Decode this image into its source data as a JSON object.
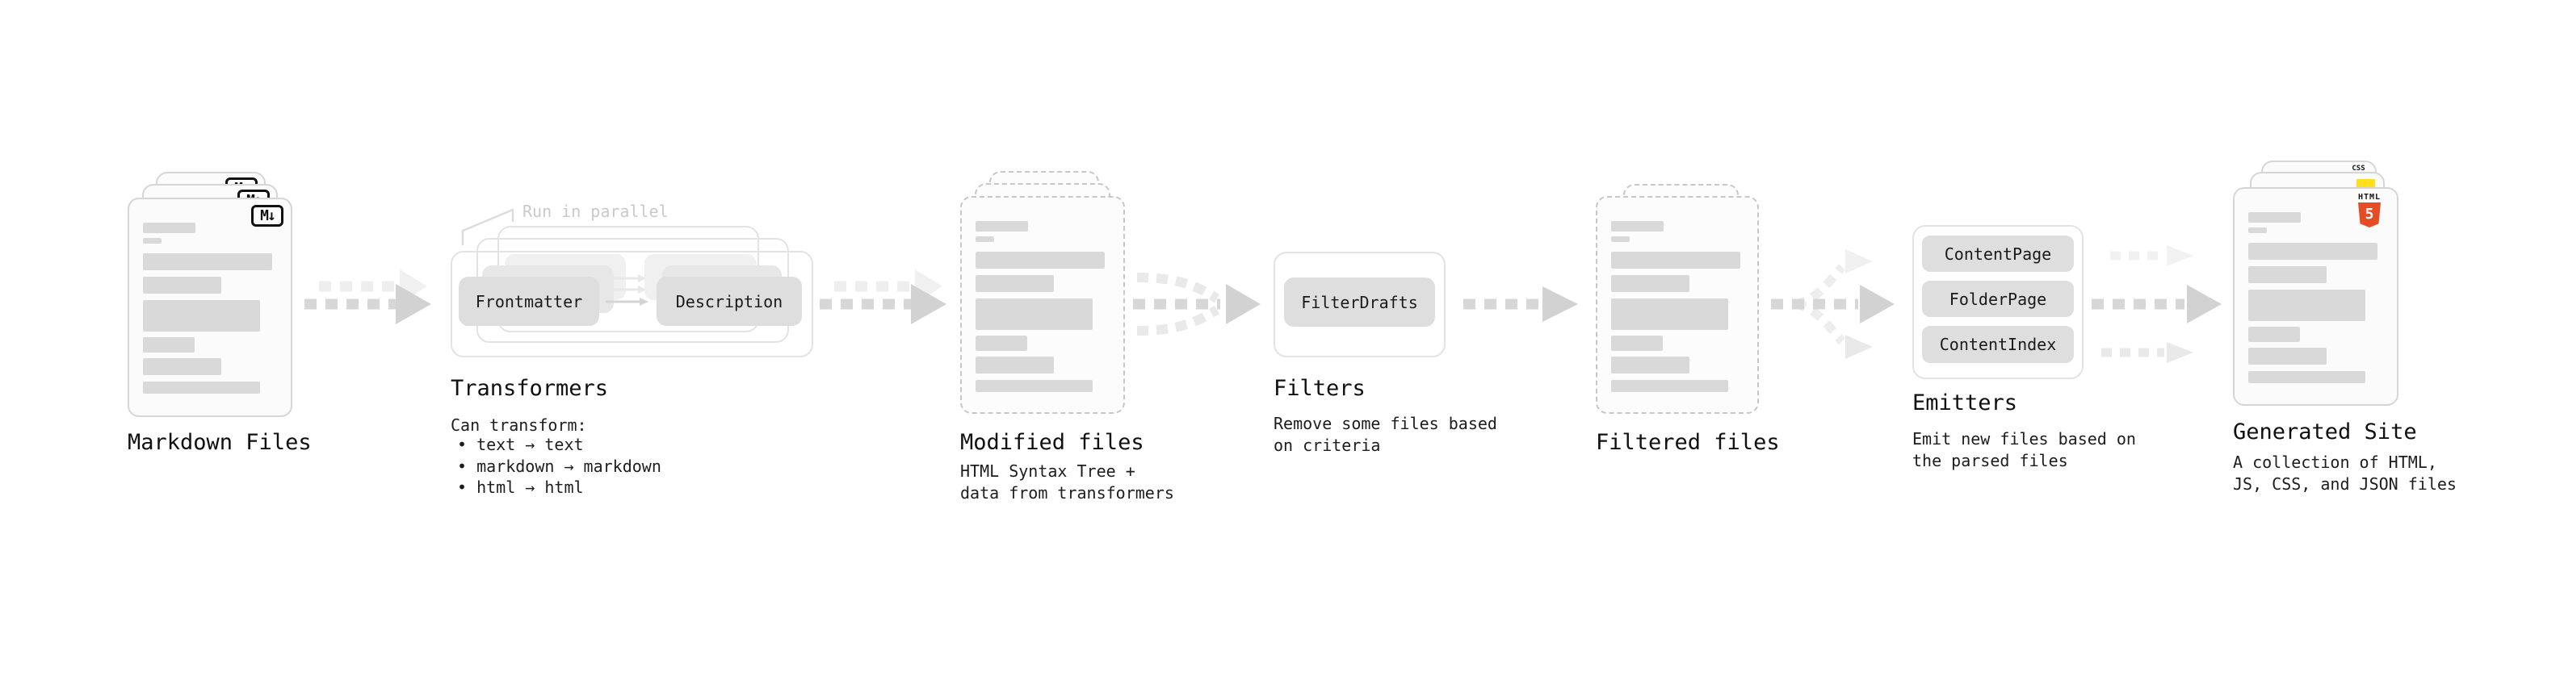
{
  "diagram": {
    "description": "Static site generation pipeline"
  },
  "sections": {
    "markdown": {
      "title": "Markdown Files",
      "badge": "M↓"
    },
    "transformers": {
      "callout": "Run in parallel",
      "frontmatter": "Frontmatter",
      "description": "Description",
      "title": "Transformers",
      "subtitle": "Can transform:",
      "bullets": [
        "• text → text",
        "• markdown → markdown",
        "• html → html"
      ]
    },
    "modified": {
      "title": "Modified files",
      "subtitle": "HTML Syntax Tree +\ndata from transformers"
    },
    "filters": {
      "button": "FilterDrafts",
      "title": "Filters",
      "subtitle": "Remove some files based\non criteria"
    },
    "filtered": {
      "title": "Filtered files"
    },
    "emitters": {
      "buttons": [
        "ContentPage",
        "FolderPage",
        "ContentIndex"
      ],
      "title": "Emitters",
      "subtitle": "Emit new files based on\nthe parsed files"
    },
    "generated": {
      "title": "Generated Site",
      "subtitle": "A collection of HTML,\nJS, CSS, and JSON files",
      "badges": {
        "html_word": "HTML",
        "html_number": "5",
        "css": "CSS"
      }
    }
  },
  "colors": {
    "html5_orange": "#e44d26",
    "js_yellow": "#ffdf1e",
    "css_blue": "#2e5bff",
    "arrow_gray": "#d5d5d5",
    "ghost_arrow_gray": "#ededed",
    "bar_gray": "#d9d9d9"
  }
}
